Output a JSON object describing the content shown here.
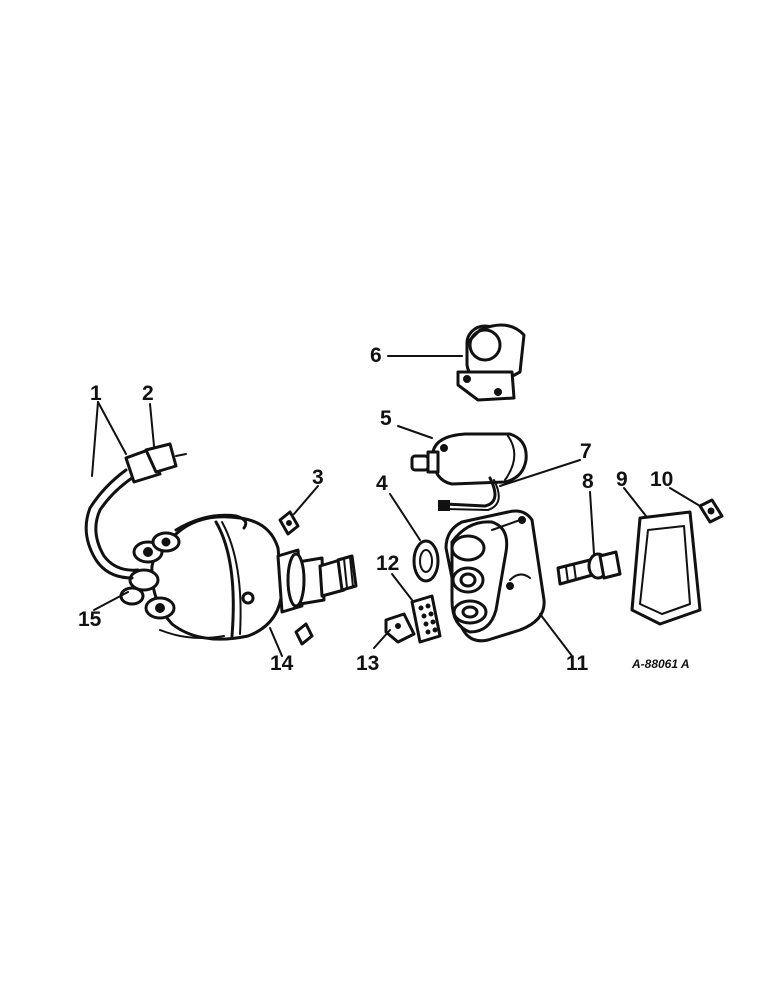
{
  "diagram": {
    "drawing_code": "A-88061 A",
    "callouts": [
      {
        "id": "1",
        "text": "1"
      },
      {
        "id": "2",
        "text": "2"
      },
      {
        "id": "3",
        "text": "3"
      },
      {
        "id": "4",
        "text": "4"
      },
      {
        "id": "5",
        "text": "5"
      },
      {
        "id": "6",
        "text": "6"
      },
      {
        "id": "7",
        "text": "7"
      },
      {
        "id": "8",
        "text": "8"
      },
      {
        "id": "9",
        "text": "9"
      },
      {
        "id": "10",
        "text": "10"
      },
      {
        "id": "11",
        "text": "11"
      },
      {
        "id": "12",
        "text": "12"
      },
      {
        "id": "13",
        "text": "13"
      },
      {
        "id": "14",
        "text": "14"
      },
      {
        "id": "15",
        "text": "15"
      }
    ]
  }
}
